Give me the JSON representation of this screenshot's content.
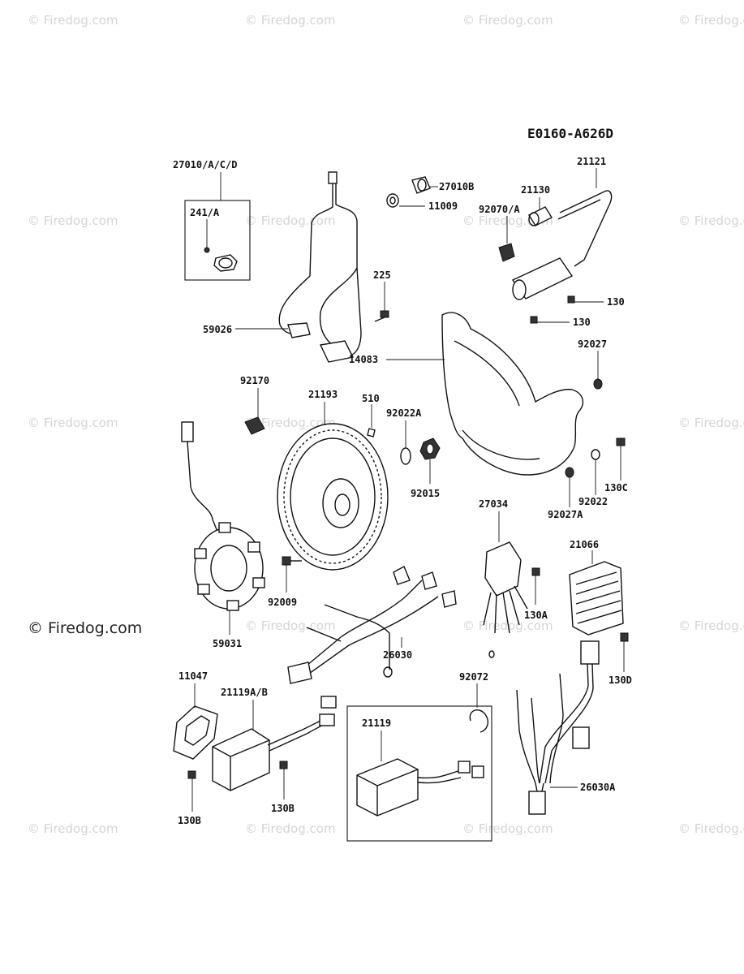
{
  "diagram_code": "E0160-A626D",
  "watermark_text": "© Firedog.com",
  "parts": {
    "p27010acd": "27010/A/C/D",
    "p241a": "241/A",
    "p27010b": "27010B",
    "p11009": "11009",
    "p21130": "21130",
    "p21121": "21121",
    "p92070a": "92070/A",
    "p225": "225",
    "p59026": "59026",
    "p130_1": "130",
    "p130_2": "130",
    "p14083": "14083",
    "p92027": "92027",
    "p92170": "92170",
    "p21193": "21193",
    "p510": "510",
    "p92022a": "92022A",
    "p92015": "92015",
    "p130c": "130C",
    "p92022": "92022",
    "p92027a": "92027A",
    "p27034": "27034",
    "p21066": "21066",
    "p92009": "92009",
    "p59031": "59031",
    "p130a": "130A",
    "p26030": "26030",
    "p130d": "130D",
    "p11047": "11047",
    "p21119ab": "21119A/B",
    "p92072": "92072",
    "p21119": "21119",
    "p26030a": "26030A",
    "p130b_1": "130B",
    "p130b_2": "130B"
  }
}
